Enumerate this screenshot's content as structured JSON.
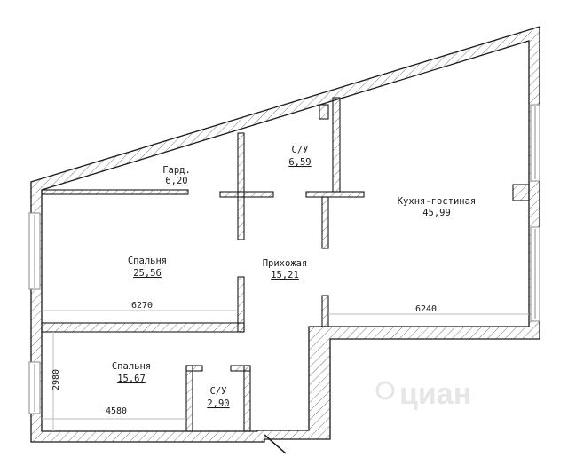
{
  "rooms": [
    {
      "name": "Гард.",
      "area": "6,20"
    },
    {
      "name": "С/У",
      "area": "6,59"
    },
    {
      "name": "Кухня-гостиная",
      "area": "45,99"
    },
    {
      "name": "Спальня",
      "area": "25,56"
    },
    {
      "name": "Прихожая",
      "area": "15,21"
    },
    {
      "name": "Спальня",
      "area": "15,67"
    },
    {
      "name": "С/У",
      "area": "2,90"
    }
  ],
  "dimensions": [
    "6270",
    "6240",
    "2980",
    "4580"
  ],
  "watermark": "циан",
  "colors": {
    "wall": "#1a1a1a",
    "hatch": "#555555",
    "window": "#888888",
    "dimline": "#bdbdbd",
    "watermark": "#e6e6e6"
  }
}
